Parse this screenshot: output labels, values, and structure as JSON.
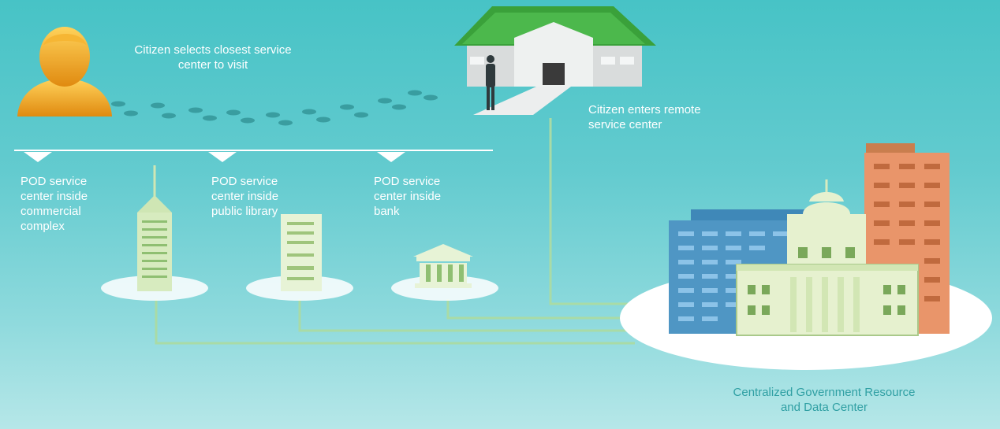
{
  "labels": {
    "citizen_selects": "Citizen selects closest service center to visit",
    "citizen_enters": "Citizen enters remote service center",
    "pod_commercial": "POD service center inside commercial complex",
    "pod_library": "POD service center inside public library",
    "pod_bank": "POD service center inside bank",
    "central_center": "Centralized Government Resource and Data Center"
  },
  "colors": {
    "background": "#4fc4c8",
    "connector": "#a9dba6",
    "roof": "#3aa13a",
    "label_text": "#ffffff",
    "center_label": "#2f9fa3"
  },
  "icons": [
    "citizen-avatar-icon",
    "footprints-icon",
    "service-center-house-icon",
    "skyscraper-icon",
    "library-building-icon",
    "bank-icon",
    "government-building-icon"
  ]
}
